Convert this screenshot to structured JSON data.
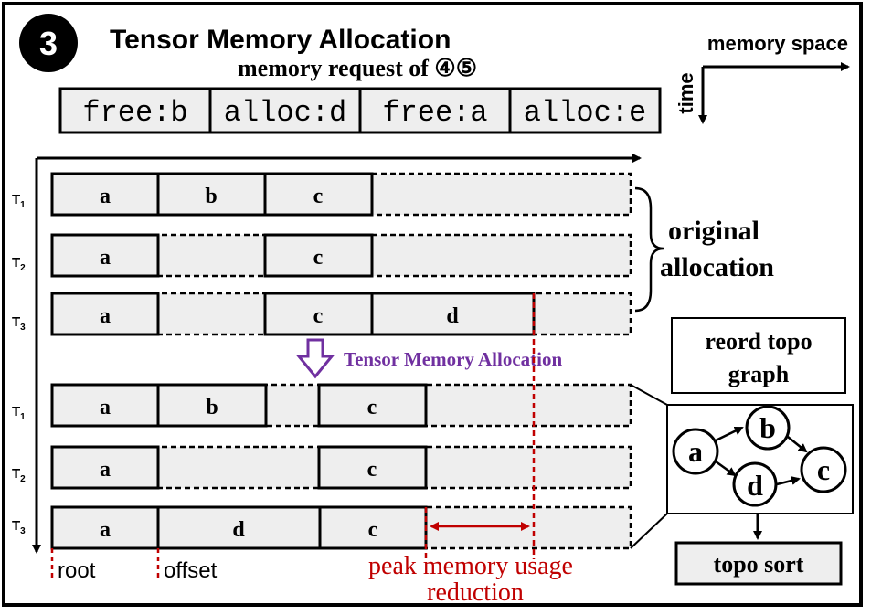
{
  "badge": "3",
  "title": "Tensor Memory Allocation",
  "subtitle": "memory request of ④⑤",
  "requests": [
    "free:b",
    "alloc:d",
    "free:a",
    "alloc:e"
  ],
  "axes": {
    "space": "memory space",
    "time": "time"
  },
  "original": {
    "label_line1": "original",
    "label_line2": "allocation",
    "rows": [
      {
        "time": "T",
        "sub": "1",
        "blocks": [
          "a",
          "b",
          "c"
        ]
      },
      {
        "time": "T",
        "sub": "2",
        "blocks": [
          "a",
          "c"
        ]
      },
      {
        "time": "T",
        "sub": "3",
        "blocks": [
          "a",
          "c",
          "d"
        ]
      }
    ]
  },
  "transition_label": "Tensor Memory Allocation",
  "optimized": {
    "rows": [
      {
        "time": "T",
        "sub": "1",
        "blocks": [
          "a",
          "b",
          "c"
        ]
      },
      {
        "time": "T",
        "sub": "2",
        "blocks": [
          "a",
          "c"
        ]
      },
      {
        "time": "T",
        "sub": "3",
        "blocks": [
          "a",
          "d",
          "c"
        ]
      }
    ]
  },
  "markers": {
    "root": "root",
    "offset": "offset"
  },
  "reduction": {
    "line1": "peak memory usage",
    "line2": "reduction"
  },
  "graph": {
    "box_line1": "reord topo",
    "box_line2": "graph",
    "nodes": [
      "a",
      "b",
      "d",
      "c"
    ],
    "sort_label": "topo sort"
  },
  "colors": {
    "block_fill": "#eeeeee",
    "accent_red": "#c00000",
    "accent_purple": "#7030a0"
  }
}
